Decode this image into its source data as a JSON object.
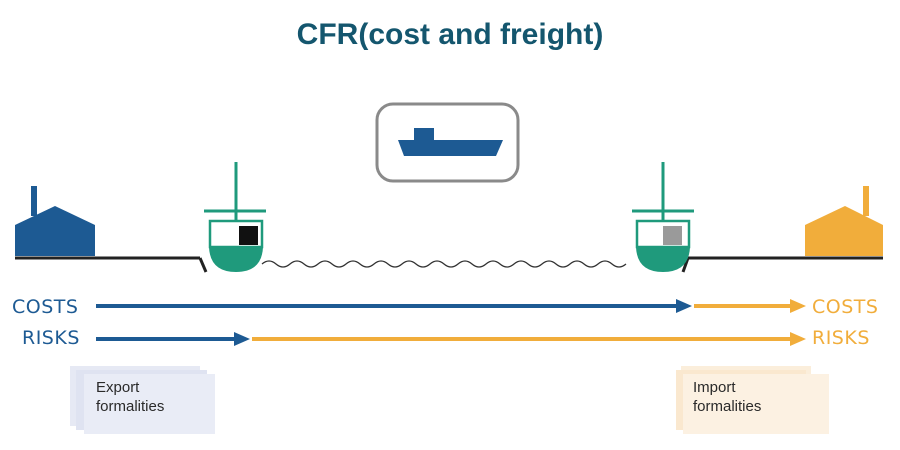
{
  "title": "CFR(cost and freight)",
  "labels": {
    "costs_left": "COSTS",
    "risks_left": "RISKS",
    "costs_right": "COSTS",
    "risks_right": "RISKS"
  },
  "formalities": {
    "export": [
      "Export",
      "formalities"
    ],
    "import": [
      "Import",
      "formalities"
    ]
  },
  "colors": {
    "seller_blue": "#1d5a93",
    "buyer_orange": "#f1ad3b",
    "title_teal": "#14566e",
    "boat_green": "#1f9a7c",
    "water_line": "#333333"
  }
}
